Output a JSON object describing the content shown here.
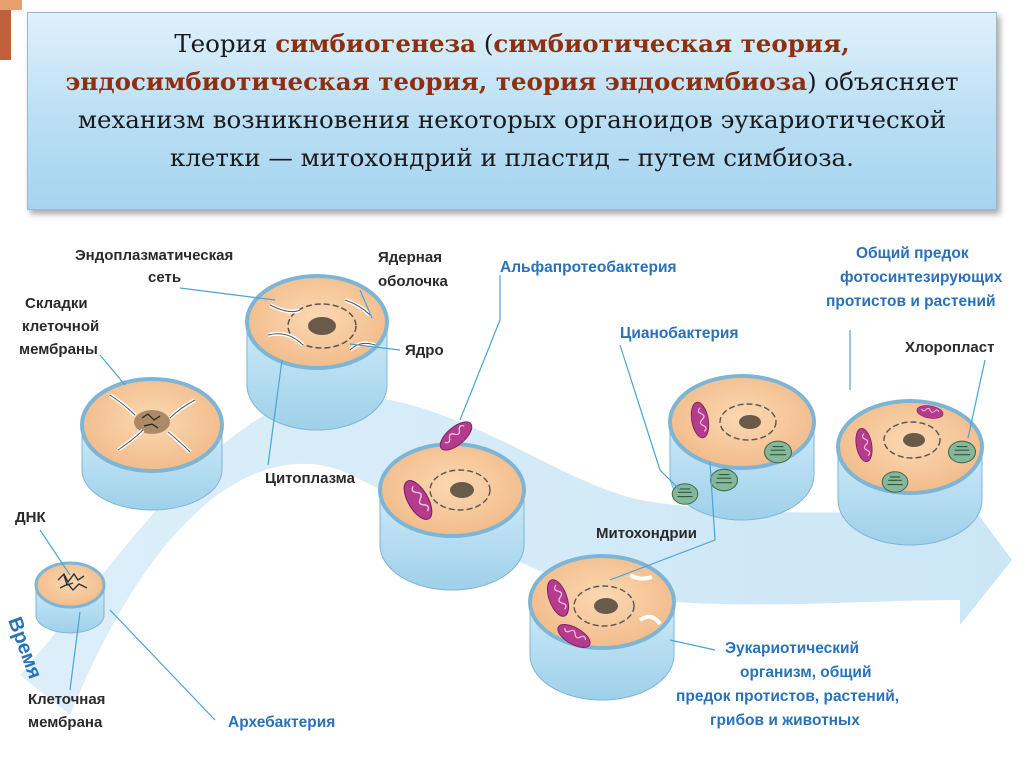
{
  "title": {
    "p1": "Теория ",
    "h1": "симбиогенеза",
    "p2": " (",
    "h2": "симбиотическая теория, эндосимбиотическая теория, теория эндосимбиоза",
    "p3": ") объясняет механизм возникновения некоторых органоидов эукариотической клетки — митохондрий и пластид – путем симбиоза."
  },
  "labels": {
    "er_l1": "Эндоплазматическая",
    "er_l2": "сеть",
    "nucenv_l1": "Ядерная",
    "nucenv_l2": "оболочка",
    "folds_l1": "Складки",
    "folds_l2": "клеточной",
    "folds_l3": "мембраны",
    "nucleus": "Ядро",
    "cytoplasm": "Цитоплазма",
    "dna": "ДНК",
    "cellmem_l1": "Клеточная",
    "cellmem_l2": "мембрана",
    "archaea": "Архебактерия",
    "alphaproteo": "Альфапротеобактерия",
    "cyano": "Цианобактерия",
    "mito": "Митохондрии",
    "chloro": "Хлоропласт",
    "ancestor_photo_l1": "Общий предок",
    "ancestor_photo_l2": "фотосинтезирующих",
    "ancestor_photo_l3": "протистов и растений",
    "eukaryote_l1": "Эукариотический",
    "eukaryote_l2": "организм, общий",
    "eukaryote_l3": "предок протистов, растений,",
    "eukaryote_l4": "грибов и животных",
    "time": "Время"
  },
  "colors": {
    "accent": "#8e3010",
    "label_blue": "#2a72b8",
    "cytoplasm": "#f5c79a",
    "membrane": "#a9d8ee",
    "mito": "#b53c8c",
    "chloro": "#7fae92"
  }
}
